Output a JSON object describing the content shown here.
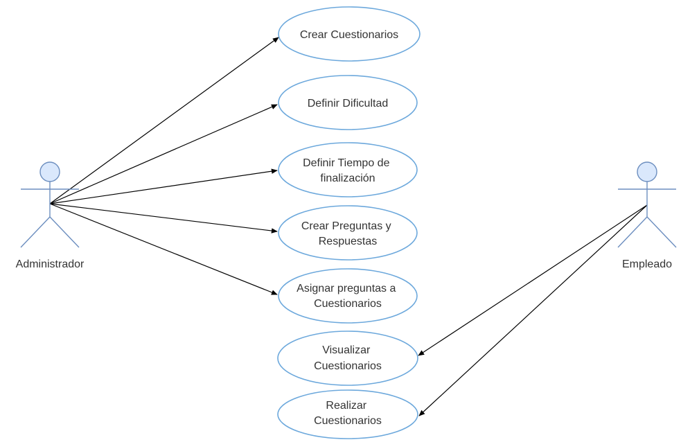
{
  "actors": [
    {
      "id": "admin",
      "label": "Administrador"
    },
    {
      "id": "employee",
      "label": "Empleado"
    }
  ],
  "use_cases": [
    {
      "id": "uc1",
      "lines": [
        "Crear Cuestionarios"
      ]
    },
    {
      "id": "uc2",
      "lines": [
        "Definir Dificultad"
      ]
    },
    {
      "id": "uc3",
      "lines": [
        "Definir Tiempo de",
        "finalización"
      ]
    },
    {
      "id": "uc4",
      "lines": [
        "Crear Preguntas y",
        "Respuestas"
      ]
    },
    {
      "id": "uc5",
      "lines": [
        "Asignar preguntas a",
        "Cuestionarios"
      ]
    },
    {
      "id": "uc6",
      "lines": [
        "Visualizar",
        "Cuestionarios"
      ]
    },
    {
      "id": "uc7",
      "lines": [
        "Realizar",
        "Cuestionarios"
      ]
    }
  ],
  "associations": [
    {
      "from": "admin",
      "to": "uc1"
    },
    {
      "from": "admin",
      "to": "uc2"
    },
    {
      "from": "admin",
      "to": "uc3"
    },
    {
      "from": "admin",
      "to": "uc4"
    },
    {
      "from": "admin",
      "to": "uc5"
    },
    {
      "from": "employee",
      "to": "uc6"
    },
    {
      "from": "employee",
      "to": "uc7"
    }
  ],
  "colors": {
    "use_case_border": "#6ca8dc",
    "actor_fill": "#dae8fc",
    "actor_stroke": "#6c8ebf",
    "arrow": "#000000",
    "text": "#333333"
  }
}
